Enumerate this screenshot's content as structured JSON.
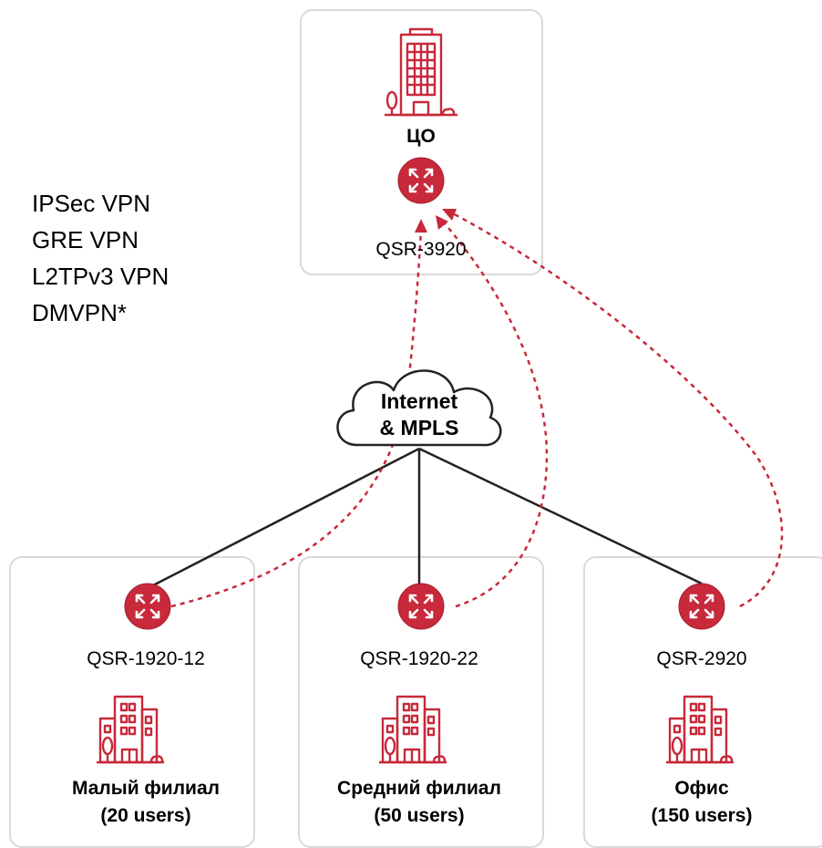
{
  "protocols": [
    "IPSec VPN",
    "GRE VPN",
    "L2TPv3 VPN",
    "DMVPN*"
  ],
  "central": {
    "label": "ЦО",
    "model": "QSR-3920"
  },
  "cloud": {
    "line1": "Internet",
    "line2": "& MPLS"
  },
  "branches": [
    {
      "model": "QSR-1920-12",
      "name": "Малый филиал",
      "users": "(20 users)"
    },
    {
      "model": "QSR-1920-22",
      "name": "Средний филиал",
      "users": "(50 users)"
    },
    {
      "model": "QSR-2920",
      "name": "Офис",
      "users": "(150 users)"
    }
  ],
  "colors": {
    "accent": "#c8293b",
    "box_border": "#d9d9d9",
    "link": "#222222"
  }
}
